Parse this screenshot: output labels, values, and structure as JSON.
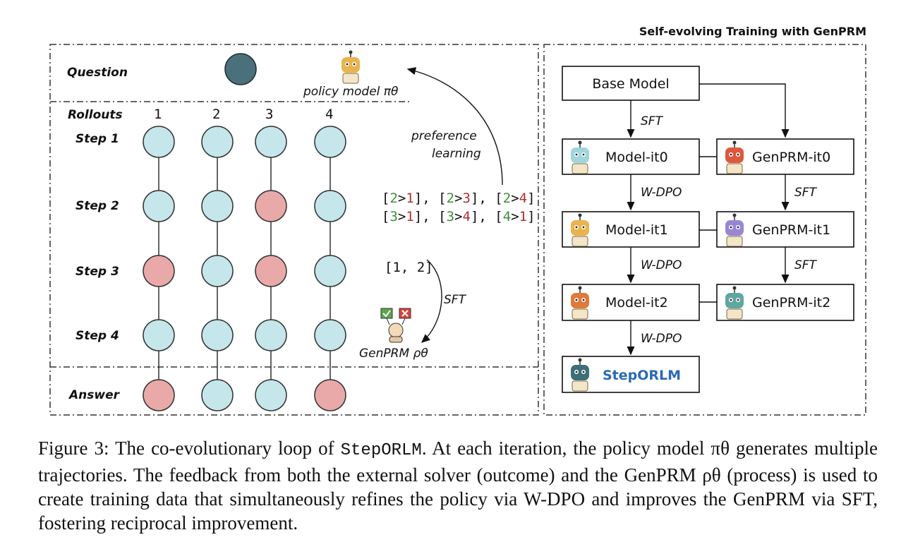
{
  "left_panel": {
    "question_label": "Question",
    "policy_model_label": "policy model πθ",
    "rollouts_label": "Rollouts",
    "rollout_ids": [
      "1",
      "2",
      "3",
      "4"
    ],
    "step_labels": [
      "Step 1",
      "Step 2",
      "Step 3",
      "Step 4"
    ],
    "answer_label": "Answer",
    "node_grid": [
      [
        "ok",
        "ok",
        "ok",
        "ok"
      ],
      [
        "ok",
        "ok",
        "bad",
        "ok"
      ],
      [
        "bad",
        "ok",
        "bad",
        "ok"
      ],
      [
        "ok",
        "ok",
        "ok",
        "ok"
      ],
      [
        "bad",
        "ok",
        "ok",
        "bad"
      ]
    ],
    "preference_learning_label_1": "preference",
    "preference_learning_label_2": "learning",
    "pairs_line_1": [
      [
        "2",
        "1"
      ],
      [
        "2",
        "3"
      ],
      [
        "2",
        "4"
      ]
    ],
    "pairs_line_2": [
      [
        "3",
        "1"
      ],
      [
        "3",
        "4"
      ],
      [
        "4",
        "1"
      ]
    ],
    "sft_list": "[1, 2]",
    "sft_label": "SFT",
    "genprm_label": "GenPRM ρθ"
  },
  "right_panel": {
    "title": "Self-evolving Training with GenPRM",
    "base_model": "Base Model",
    "model_it0": "Model-it0",
    "genprm_it0": "GenPRM-it0",
    "model_it1": "Model-it1",
    "genprm_it1": "GenPRM-it1",
    "model_it2": "Model-it2",
    "genprm_it2": "GenPRM-it2",
    "steporlm": "StepORLM",
    "sft": "SFT",
    "wdpo": "W-DPO"
  },
  "caption": {
    "prefix": "Figure 3: The co-evolutionary loop of ",
    "code": "StepORLM",
    "text": ". At each iteration, the policy model πθ generates multiple trajectories. The feedback from both the external solver (outcome) and the GenPRM ρθ (process) is used to create training data that simultaneously refines the policy via W-DPO and improves the GenPRM via SFT, fostering reciprocal improvement."
  },
  "colors": {
    "ok_node": "#c5e6ea",
    "bad_node": "#eaa9a9",
    "question_node": "#4a717b",
    "winner_green": "#3f8f3a",
    "loser_red": "#b0302c",
    "steporlm_blue": "#2a6ab5"
  },
  "icons": [
    "robot-icon"
  ]
}
